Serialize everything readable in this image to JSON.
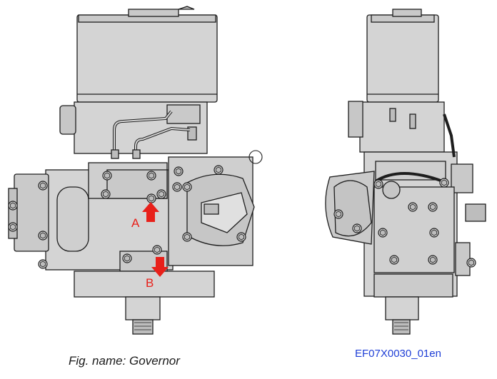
{
  "figure": {
    "caption": "Fig. name: Governor",
    "code": "EF07X0030_01en",
    "ports": [
      {
        "label": "A",
        "flow": "up"
      },
      {
        "label": "B",
        "flow": "down"
      }
    ]
  },
  "colors": {
    "body": "#d4d4d4",
    "body_dark": "#bdbdbd",
    "outline": "#1e1e1e",
    "arrow": "#e8201a",
    "label_text": "#e8201a",
    "code_text": "#1f3fd6"
  }
}
